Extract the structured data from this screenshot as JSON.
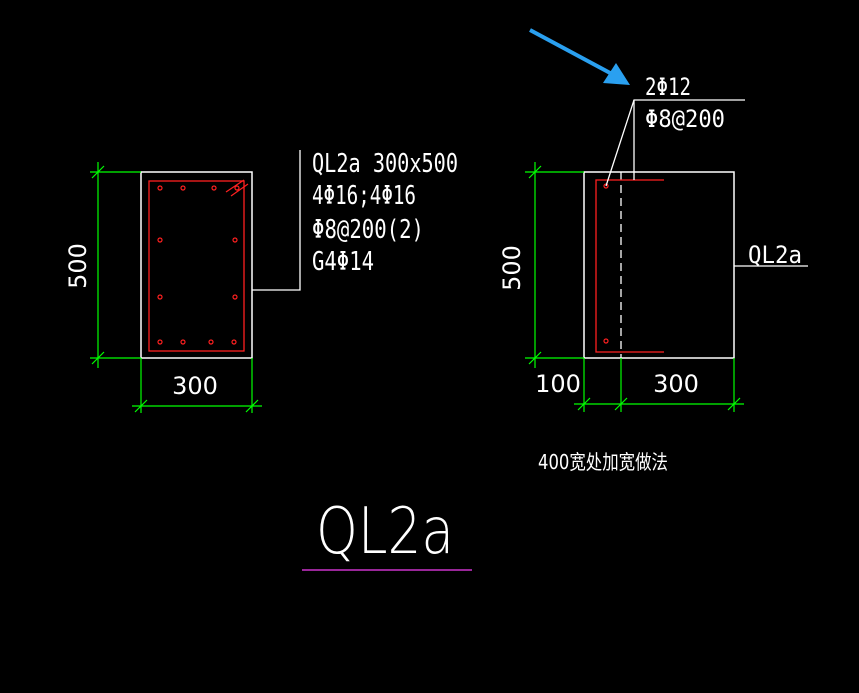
{
  "colors": {
    "background": "#000000",
    "outline": "#ffffff",
    "dimension": "#00ff00",
    "rebar": "#ff2020",
    "title_underline": "#cc33cc",
    "arrow": "#2aa0f0"
  },
  "section_left": {
    "label_lines": [
      "QL2a 300x500",
      "4Φ16;4Φ16",
      "Φ8@200(2)",
      "G4Φ14"
    ],
    "dim_height": "500",
    "dim_width": "300"
  },
  "section_right": {
    "label_top": "2Φ12",
    "label_second": "Φ8@200",
    "side_label": "QL2a",
    "dim_height": "500",
    "dim_left": "100",
    "dim_right": "300",
    "caption": "400宽处加宽做法"
  },
  "title": "QL2a"
}
